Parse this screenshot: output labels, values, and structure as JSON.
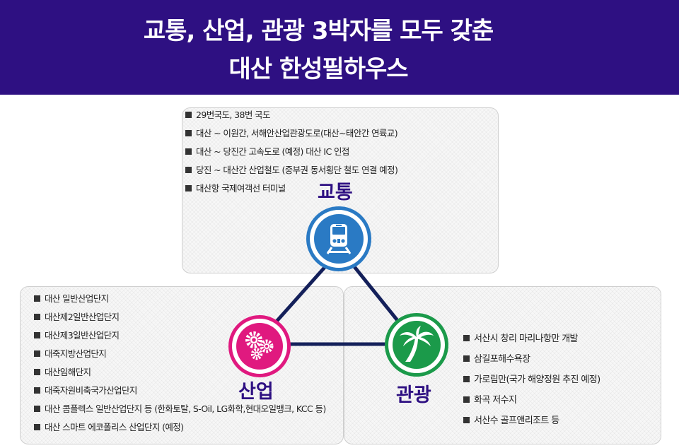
{
  "title": {
    "line1": "교통, 산업, 관광 3박자를 모두 갖춘",
    "line2": "대산 한성필하우스"
  },
  "traffic": {
    "label": "교통",
    "items": [
      "29번국도, 38번 국도",
      "대산 ~ 이원간, 서해안산업관광도로(대산~태안간 연륙교)",
      "대산 ~ 당진간 고속도로 (예정) 대산 IC 인접",
      "당진 ~ 대산간 산업철도 (중부권 동서횡단 철도 연결 예정)",
      "대산항 국제여객선 터미널"
    ]
  },
  "industry": {
    "label": "산업",
    "items": [
      "대산 일반산업단지",
      "대산제2일반산업단지",
      "대산제3일반산업단지",
      "대죽지방산업단지",
      "대산임해단지",
      "대죽자원비축국가산업단지",
      "대산 콤플렉스 일반산업단지 등 (한화토탈, S-Oil, LG화학,현대오일뱅크, KCC 등)",
      "대산 스마트 에코폴리스 산업단지 (예정)"
    ]
  },
  "tourism": {
    "label": "관광",
    "items": [
      "서산시 창리 마리나항만 개발",
      "삼길포해수욕장",
      "가로림만(국가 해양정원 추진 예정)",
      "화곡 저수지",
      "서산수 골프앤리조트 등"
    ]
  },
  "colors": {
    "banner": "#2e1082",
    "traffic": "#2a7ac4",
    "industry": "#e0197f",
    "tourism": "#1b9a4a",
    "connector": "#14205a"
  },
  "icons": {
    "traffic": "train-icon",
    "industry": "gears-icon",
    "tourism": "palm-tree-icon"
  }
}
